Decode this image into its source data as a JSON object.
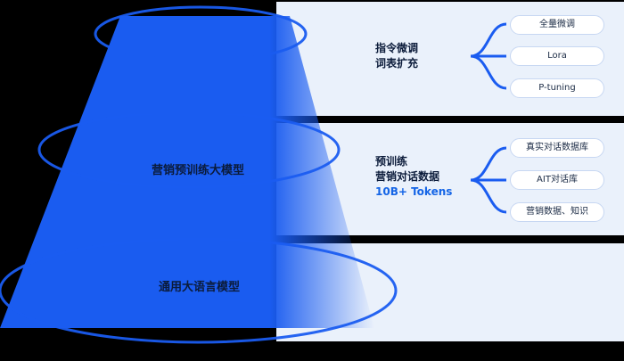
{
  "layers": [
    {
      "label": "营销预训练大模型"
    },
    {
      "label": "通用大语言模型"
    }
  ],
  "groups": {
    "top": {
      "lines": [
        "指令微调",
        "词表扩充"
      ],
      "items": [
        "全量微调",
        "Lora",
        "P-tuning"
      ]
    },
    "middle": {
      "lines": [
        "预训练",
        "营销对话数据"
      ],
      "highlight": "10B+ Tokens",
      "items": [
        "真实对话数据库",
        "AIT对话库",
        "营销数据、知识"
      ]
    }
  },
  "colors": {
    "primary": "#1a5cf0",
    "accent": "#1565e6",
    "panel": "#eaf1fb",
    "background": "#000000"
  }
}
